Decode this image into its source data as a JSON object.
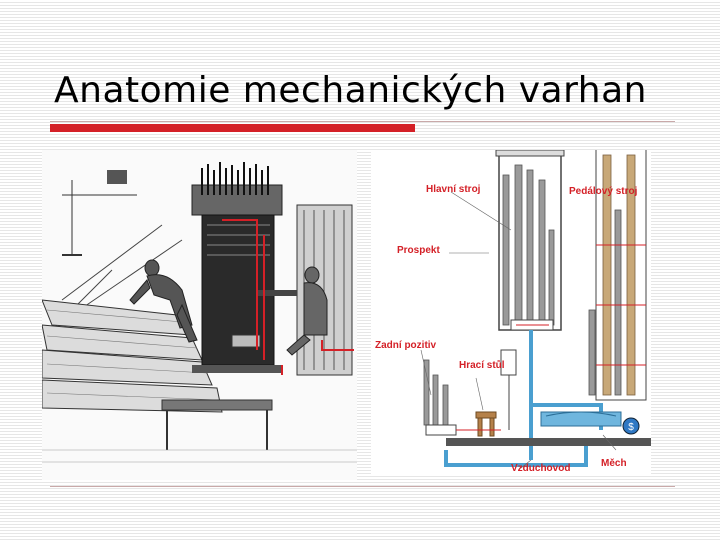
{
  "slide": {
    "title": "Anatomie mechanických varhan"
  },
  "diagram": {
    "labels": {
      "main_manual": "Hlavní stroj",
      "pedal": "Pedálový stroj",
      "prospect": "Prospekt",
      "rear_positive": "Zadní pozitiv",
      "console": "Hrací stůl",
      "wind_duct": "Vzduchovod",
      "bellows": "Měch"
    }
  },
  "colors": {
    "accent_red": "#d42027",
    "wind_blue": "#4a9fd0",
    "pedal_pipes": "#c8a878"
  }
}
